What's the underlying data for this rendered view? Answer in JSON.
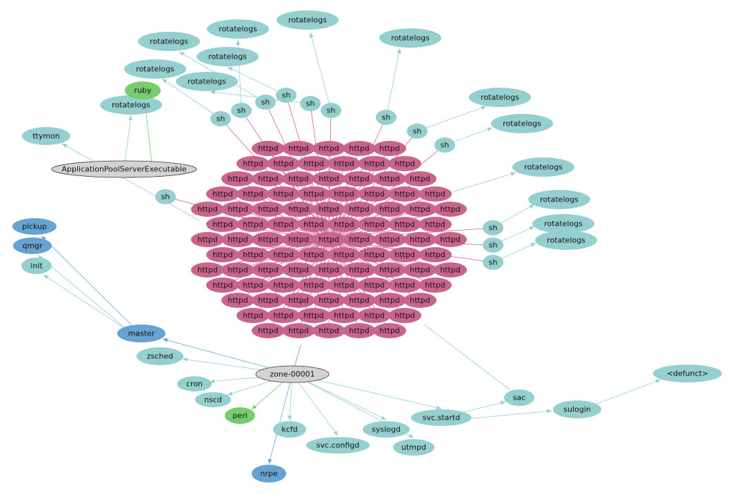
{
  "colors": {
    "teal": "#96cfcf",
    "httpd": "#c9648a",
    "green": "#78cc6e",
    "blue": "#66a3d2",
    "gray": "#d3d3d3",
    "edge_teal": "#96cfcf",
    "edge_pink": "#c9648a",
    "edge_blue": "#66a3d2",
    "edge_green": "#78cc6e"
  },
  "labels": {
    "rotatelogs": "rotatelogs",
    "httpd": "httpd",
    "sh": "sh",
    "ruby": "ruby",
    "ttymon": "ttymon",
    "application_pool": "ApplicationPoolServerExecutable",
    "pickup": "pickup",
    "qmgr": "qmgr",
    "init": "init",
    "master": "master",
    "zsched": "zsched",
    "zone": "zone-00001",
    "cron": "cron",
    "nscd": "nscd",
    "perl": "perl",
    "nrpe": "nrpe",
    "kcfd": "kcfd",
    "svc_configd": "svc.configd",
    "syslogd": "syslogd",
    "utmpd": "utmpd",
    "svc_startd": "svc.startd",
    "sac": "sac",
    "sulogin": "sulogin",
    "defunct": "<defunct>"
  }
}
